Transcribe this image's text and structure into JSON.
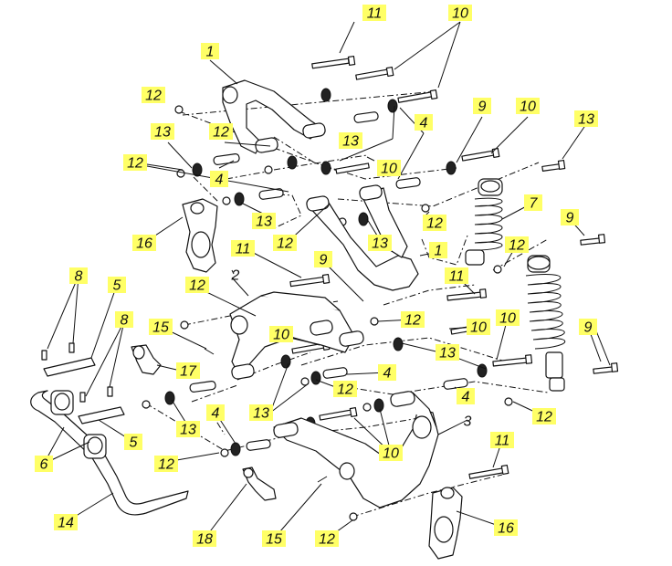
{
  "diagram": {
    "type": "exploded-parts-view",
    "callout_color": "#ffff66",
    "callouts": [
      {
        "label": "11"
      },
      {
        "label": "10"
      },
      {
        "label": "1"
      },
      {
        "label": "12"
      },
      {
        "label": "13"
      },
      {
        "label": "12"
      },
      {
        "label": "4"
      },
      {
        "label": "13"
      },
      {
        "label": "13"
      },
      {
        "label": "10"
      },
      {
        "label": "12"
      },
      {
        "label": "4"
      },
      {
        "label": "10"
      },
      {
        "label": "9"
      },
      {
        "label": "13"
      },
      {
        "label": "12"
      },
      {
        "label": "16"
      },
      {
        "label": "12"
      },
      {
        "label": "13"
      },
      {
        "label": "7"
      },
      {
        "label": "9"
      },
      {
        "label": "11"
      },
      {
        "label": "1"
      },
      {
        "label": "12"
      },
      {
        "label": "9"
      },
      {
        "label": "8"
      },
      {
        "label": "5"
      },
      {
        "label": "12"
      },
      {
        "label": "11"
      },
      {
        "label": "8"
      },
      {
        "label": "15"
      },
      {
        "label": "10"
      },
      {
        "label": "12"
      },
      {
        "label": "10"
      },
      {
        "label": "10"
      },
      {
        "label": "9"
      },
      {
        "label": "17"
      },
      {
        "label": "13"
      },
      {
        "label": "4"
      },
      {
        "label": "4"
      },
      {
        "label": "12"
      },
      {
        "label": "13"
      },
      {
        "label": "4"
      },
      {
        "label": "12"
      },
      {
        "label": "13"
      },
      {
        "label": "5"
      },
      {
        "label": "6"
      },
      {
        "label": "12"
      },
      {
        "label": "10"
      },
      {
        "label": "11"
      },
      {
        "label": "14"
      },
      {
        "label": "16"
      },
      {
        "label": "18"
      },
      {
        "label": "15"
      },
      {
        "label": "12"
      }
    ],
    "plain_labels": [
      {
        "label": "2"
      },
      {
        "label": "3"
      }
    ]
  }
}
